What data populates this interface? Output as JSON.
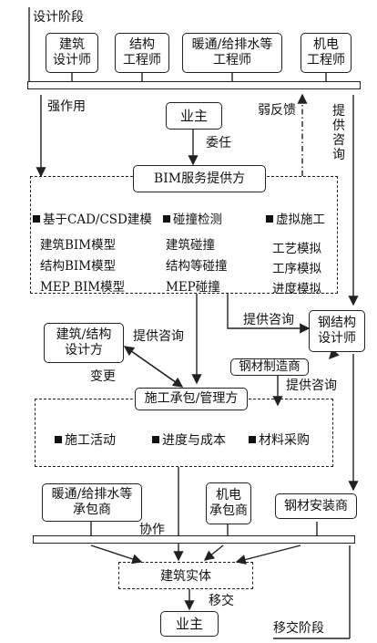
{
  "phases": {
    "design": "设计阶段",
    "handover": "移交阶段"
  },
  "design_roles": {
    "architect": "建筑\n设计师",
    "structural": "结构\n工程师",
    "hvac": "暖通/给排水等\n工程师",
    "mep_engineer": "机电\n工程师"
  },
  "owner_top": "业主",
  "owner_bottom": "业主",
  "arrows": {
    "mandatory": "强作用",
    "weak_feedback": "弱反馈",
    "consult_vertical": "提\n供\n咨\n询",
    "commission": "委任",
    "consult_1": "提供咨询",
    "consult_2": "提供咨询",
    "consult_3": "提供咨询",
    "change": "变更",
    "cooperate": "协作",
    "transfer": "移交"
  },
  "bim_provider": {
    "title": "BIM服务提供方",
    "col1": {
      "header": "基于CAD/CSD建模",
      "items": [
        "建筑BIM模型",
        "结构BIM模型",
        "MEP BIM模型"
      ]
    },
    "col2": {
      "header": "碰撞检测",
      "items": [
        "建筑碰撞",
        "结构等碰撞",
        "MEP碰撞"
      ]
    },
    "col3": {
      "header": "虚拟施工",
      "items": [
        "工艺模拟",
        "工序模拟",
        "进度模拟"
      ]
    }
  },
  "steel_designer": "钢结构\n设计师",
  "steel_manufacturer": "钢材制造商",
  "arch_struct_designer": "建筑/结构\n设计方",
  "contractor": {
    "title": "施工承包/管理方",
    "items": [
      "施工活动",
      "进度与成本",
      "材料采购"
    ]
  },
  "hvac_contractor": "暖通/给排水等\n承包商",
  "mep_contractor": "机电\n承包商",
  "steel_installer": "钢材安装商",
  "building_entity": "建筑实体"
}
